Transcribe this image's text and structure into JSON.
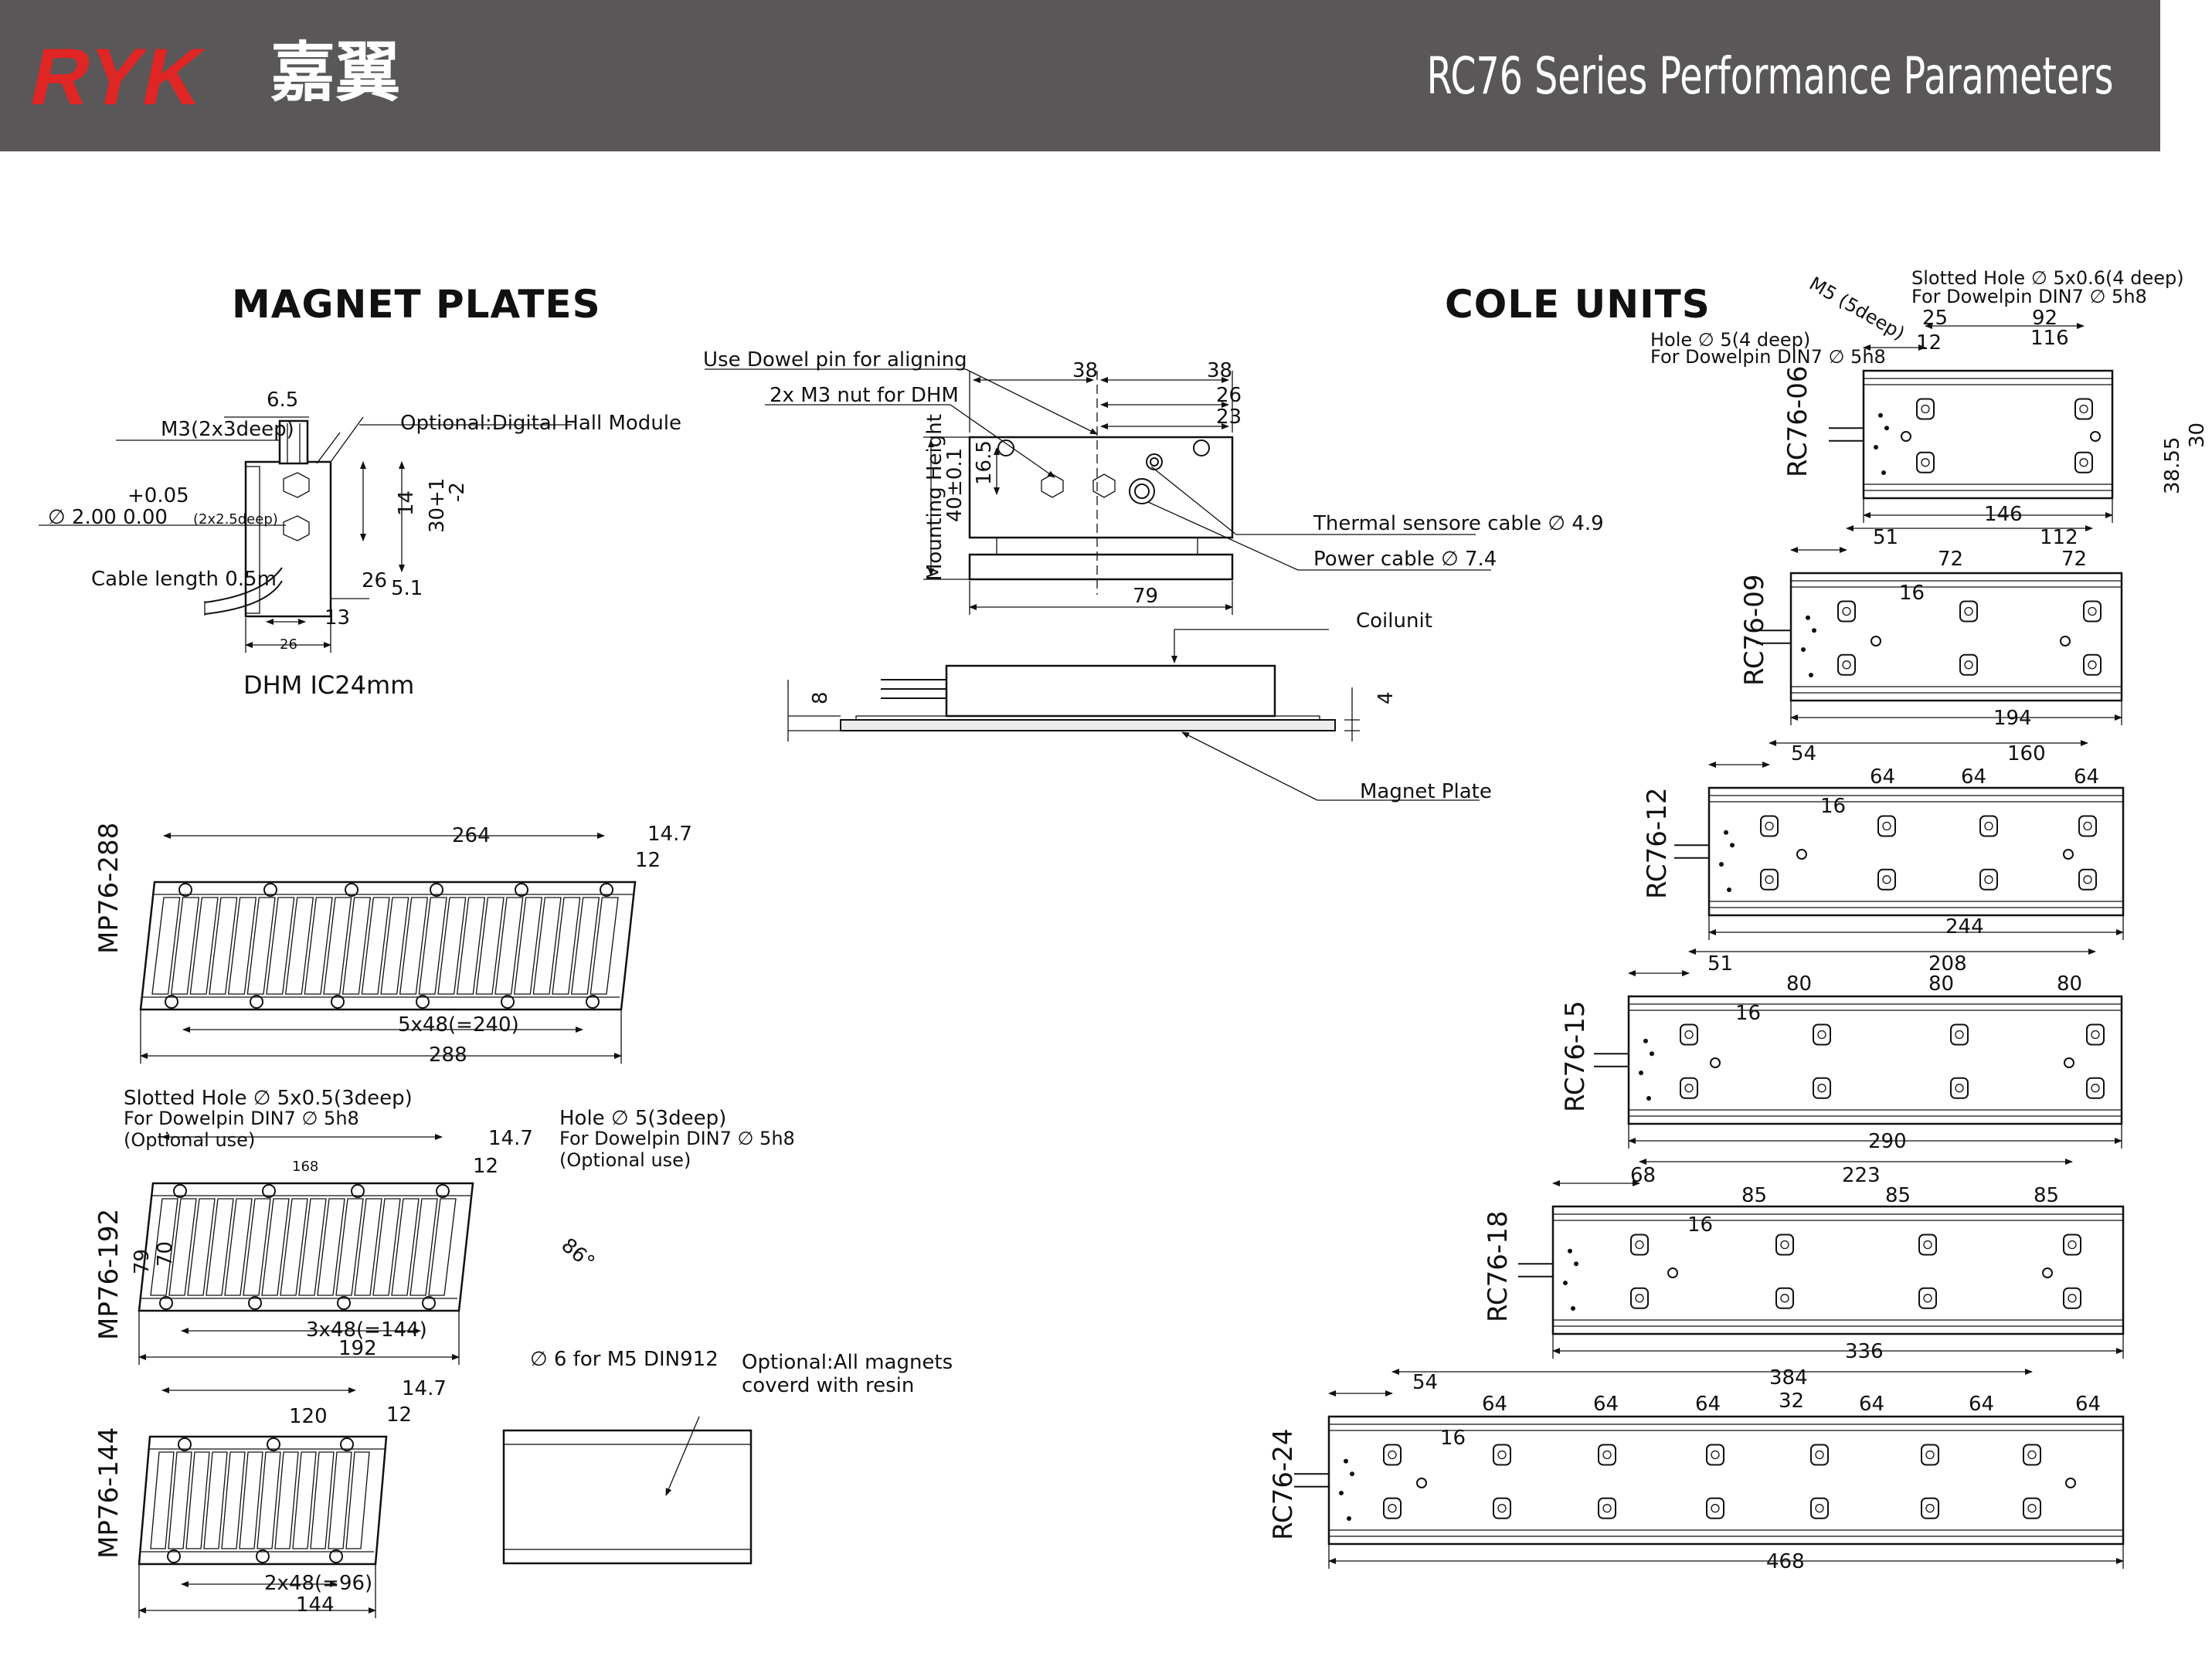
{
  "header": {
    "brand_latin": "RYK",
    "brand_cn": "嘉翼",
    "title": "RC76 Series Performance Parameters",
    "bg_color": "#595757",
    "brand_color": "#e02525"
  },
  "sections": {
    "magnet_plates": "MAGNET PLATES",
    "coil_units": "COLE UNITS"
  },
  "dhm": {
    "caption": "DHM IC24mm",
    "optional_module": "Optional:Digital Hall Module",
    "m3": "M3(2x3deep)",
    "dim_6_5": "6.5",
    "dowel_tol_plus": "+0.05",
    "dowel": "∅ 2.00  0.00",
    "dowel_deep": "(2x2.5deep)",
    "cable_length": "Cable length 0.5m",
    "dim_14": "14",
    "dim_30": "30+1",
    "dim_30_tol": "-2",
    "dim_5_1": "5.1",
    "dim_26a": "26",
    "dim_13": "13",
    "dim_26b": "26"
  },
  "side_view": {
    "dowel_note": "Use Dowel pin for aligning",
    "nut_note": "2x M3 nut for DHM",
    "mounting_height": "Mounting Height",
    "mounting_value": "40±0.1",
    "dim_16_5": "16.5",
    "dim_38a": "38",
    "dim_38b": "38",
    "dim_26": "26",
    "dim_23": "23",
    "thermal": "Thermal sensore cable ∅ 4.9",
    "power": "Power cable ∅ 7.4",
    "dim_79": "79",
    "coilunit": "Coilunit",
    "magnet_plate": "Magnet Plate",
    "dim_8": "8",
    "dim_4": "4"
  },
  "mp288": {
    "label": "MP76-288",
    "dim_264": "264",
    "dim_14_7": "14.7",
    "dim_12": "12",
    "pitch": "5x48(=240)",
    "length": "288"
  },
  "mp192": {
    "label": "MP76-192",
    "slotted_hole": "Slotted Hole ∅ 5x0.5(3deep)",
    "slotted_dowel": "For Dowelpin DIN7 ∅ 5h8",
    "slotted_opt": "(Optional use)",
    "hole": "Hole ∅ 5(3deep)",
    "hole_dowel": "For Dowelpin DIN7 ∅ 5h8",
    "hole_opt": "(Optional use)",
    "dim_14_7": "14.7",
    "dim_168": "168",
    "dim_12": "12",
    "angle": "86°",
    "dim_79": "79",
    "dim_70": "70",
    "pitch": "3x48(=144)",
    "length": "192",
    "screw": "∅ 6 for M5 DIN912"
  },
  "mp144": {
    "label": "MP76-144",
    "dim_120": "120",
    "dim_14_7": "14.7",
    "dim_12": "12",
    "pitch": "2x48(=96)",
    "length": "144",
    "resin_note1": "Optional:All magnets",
    "resin_note2": "coverd with resin"
  },
  "rc06": {
    "label": "RC76-06",
    "slotted": "Slotted Hole ∅ 5x0.6(4 deep)",
    "slotted_dowel": "For Dowelpin DIN7 ∅ 5h8",
    "m5": "M5 (5deep)",
    "hole": "Hole ∅ 5(4 deep)",
    "hole_dowel": "For Dowelpin DIN7 ∅ 5h8",
    "dim_25": "25",
    "dim_92": "92",
    "dim_12": "12",
    "dim_116": "116",
    "dim_30": "30",
    "dim_38_55": "38.55",
    "length": "146"
  },
  "rc09": {
    "label": "RC76-09",
    "d1": "51",
    "d2": "112",
    "d3": "72",
    "d4": "72",
    "d5": "16",
    "length": "194"
  },
  "rc12": {
    "label": "RC76-12",
    "d1": "54",
    "d2": "160",
    "d3": "64",
    "d4": "64",
    "d5": "64",
    "d6": "16",
    "length": "244"
  },
  "rc15": {
    "label": "RC76-15",
    "d1": "51",
    "d2": "208",
    "d3": "80",
    "d4": "80",
    "d5": "80",
    "d6": "16",
    "length": "290"
  },
  "rc18": {
    "label": "RC76-18",
    "d1": "68",
    "d2": "223",
    "d3": "85",
    "d4": "85",
    "d5": "85",
    "d6": "16",
    "length": "336"
  },
  "rc24": {
    "label": "RC76-24",
    "d1": "54",
    "d2": "384",
    "d3": "64",
    "d4": "64",
    "d5": "64",
    "d6": "32",
    "d7": "64",
    "d8": "64",
    "d9": "64",
    "d10": "16",
    "length": "468"
  }
}
